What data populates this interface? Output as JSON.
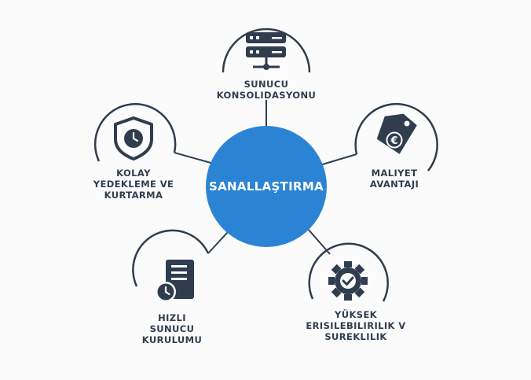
{
  "center": {
    "label": "SANALLAŞTIRMA"
  },
  "nodes": [
    {
      "id": "server-consolidation",
      "icon": "server-rack-icon",
      "lines": [
        "SUNUCU",
        "KONSOLIDASYONU"
      ]
    },
    {
      "id": "cost-advantage",
      "icon": "euro-price-tag-icon",
      "lines": [
        "MALIYET",
        "AVANTAJI"
      ]
    },
    {
      "id": "high-availability",
      "icon": "gear-check-icon",
      "lines": [
        "YÜKSEK",
        "ERISILEBILIRILIK V",
        "SUREKLILIK"
      ]
    },
    {
      "id": "fast-server-setup",
      "icon": "document-clock-icon",
      "lines": [
        "HIZLI",
        "SUNUCU",
        "KURULUMU"
      ]
    },
    {
      "id": "easy-backup-recovery",
      "icon": "shield-clock-icon",
      "lines": [
        "KOLAY",
        "YEDEKLEME VE",
        "KURTARMA"
      ]
    }
  ],
  "colors": {
    "center_fill": "#2b84d3",
    "stroke": "#2f3d4e",
    "icon": "#2f3d4e",
    "text": "#2f3d4e",
    "background": "#fbfbfb"
  }
}
